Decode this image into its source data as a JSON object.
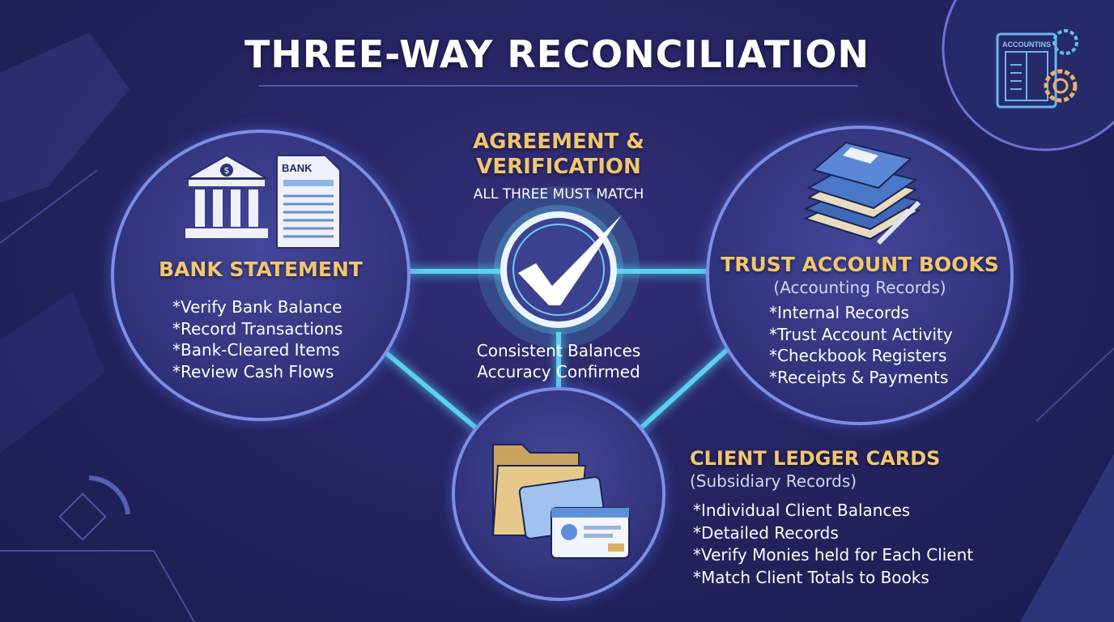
{
  "title": "THREE-WAY RECONCILIATION",
  "corner_icon": {
    "label": "ACCOUNTINS",
    "icon": "accounting-gear-icon"
  },
  "center": {
    "heading_line1": "AGREEMENT &",
    "heading_line2": "VERIFICATION",
    "subheading": "ALL THREE MUST MATCH",
    "line1": "Consistent Balances",
    "line2": "Accuracy Confirmed",
    "icon": "checkmark-icon"
  },
  "bank": {
    "title": "BANK STATEMENT",
    "doc_label": "BANK",
    "items": [
      "*Verify Bank Balance",
      "*Record Transactions",
      "*Bank-Cleared Items",
      "*Review Cash Flows"
    ]
  },
  "books": {
    "title": "TRUST ACCOUNT BOOKS",
    "subtitle": "(Accounting Records)",
    "items": [
      "*Internal Records",
      "*Trust Account Activity",
      "*Checkbook Registers",
      "*Receipts & Payments"
    ]
  },
  "ledger": {
    "title": "CLIENT LEDGER CARDS",
    "subtitle": "(Subsidiary Records)",
    "items": [
      "*Individual Client Balances",
      "*Detailed Records",
      "*Verify Monies held for Each Client",
      "*Match Client Totals to Books"
    ]
  },
  "colors": {
    "gold": "#f1c66f",
    "glow": "#5fe3ff",
    "ring": "#7b8fe6"
  }
}
